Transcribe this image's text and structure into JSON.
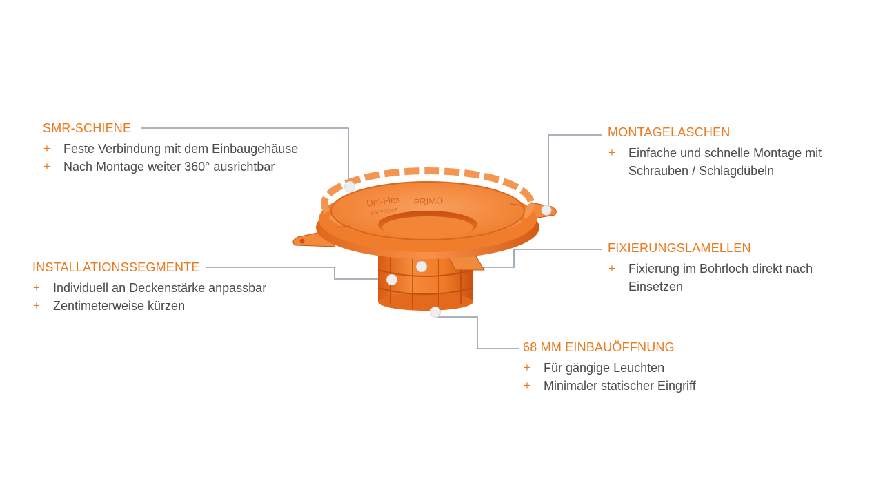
{
  "callouts": {
    "smr": {
      "title": "SMR-SCHIENE",
      "items": [
        "Feste Verbindung mit dem Einbaugehäuse",
        "Nach Montage weiter 360° ausrichtbar"
      ]
    },
    "montage": {
      "title": "MONTAGELASCHEN",
      "items": [
        "Einfache und schnelle Montage mit",
        "Schrauben / Schlagdübeln"
      ]
    },
    "fixierung": {
      "title": "FIXIERUNGSLAMELLEN",
      "items": [
        "Fixierung im Bohrloch direkt nach",
        "Einsetzen"
      ]
    },
    "install": {
      "title": "INSTALLATIONSSEGMENTE",
      "items": [
        "Individuell an Deckenstärke anpassbar",
        "Zentimeterweise kürzen"
      ]
    },
    "opening": {
      "title": "68 MM EINBAUÖFFNUNG",
      "items": [
        "Für gängige Leuchten",
        "Minimaler statischer Eingriff"
      ]
    }
  },
  "product": {
    "ring_text_left": "Uni-Flex",
    "ring_text_left_sub": "AIR PROOF",
    "ring_text_right": "PRIMO"
  },
  "colors": {
    "accent": "#ea7a1e",
    "text": "#4a4a4a",
    "leader": "#8d9aa8",
    "product": "#f07a26"
  }
}
